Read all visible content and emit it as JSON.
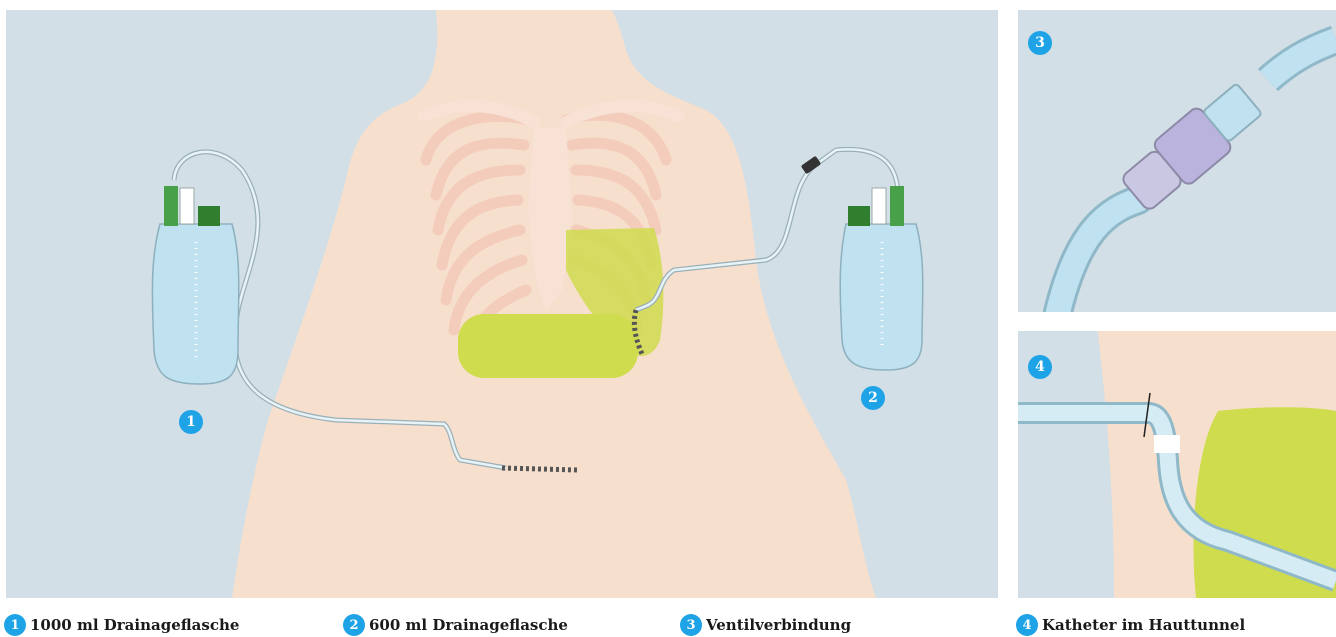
{
  "badges": {
    "b1": "1",
    "b2": "2",
    "b3": "3",
    "b4": "4"
  },
  "captions": [
    {
      "num": "1",
      "label": "1000 ml Drainageflasche"
    },
    {
      "num": "2",
      "label": "600 ml Drainageflasche"
    },
    {
      "num": "3",
      "label": "Ventilverbindung"
    },
    {
      "num": "4",
      "label": "Katheter im Hauttunnel"
    }
  ],
  "colors": {
    "background": "#d2dfe6",
    "skin": "#f7dfcd",
    "ribs": "#f4cfc0",
    "highlight": "#cfdc4e",
    "bottle": "#bfe1f0",
    "cap": "#48a048",
    "badge": "#1ea3e6"
  }
}
